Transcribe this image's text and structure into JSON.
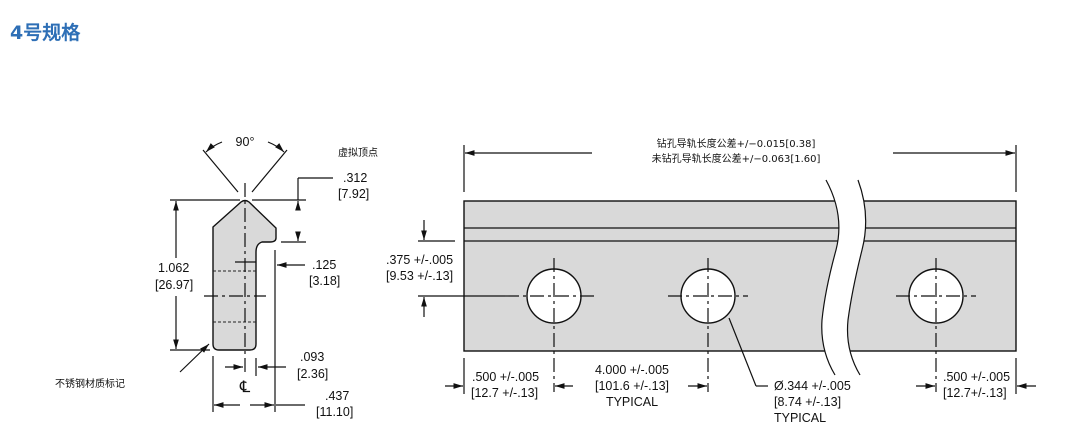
{
  "title": "4号规格",
  "colors": {
    "title": "#2e6fb6",
    "part_fill": "#d9d9d9"
  },
  "profile_view": {
    "angle": "90°",
    "virtual_apex": "虚拟顶点",
    "dim_312": ".312",
    "dim_312_mm": "[7.92]",
    "dim_1062": "1.062",
    "dim_1062_mm": "[26.97]",
    "dim_125": ".125",
    "dim_125_mm": "[3.18]",
    "dim_093": ".093",
    "dim_093_mm": "[2.36]",
    "dim_437": ".437",
    "dim_437_mm": "[11.10]",
    "centerline_symbol": "℄",
    "material_mark": "不锈钢材质标记"
  },
  "rail_view": {
    "length_tol_drilled": "钻孔导轨长度公差+/−0.015[0.38]",
    "length_tol_undrilled": "未钻孔导轨长度公差+/−0.063[1.60]",
    "dim_375": ".375 +/-.005",
    "dim_375_mm": "[9.53 +/-.13]",
    "end_left": ".500 +/-.005",
    "end_left_mm": "[12.7 +/-.13]",
    "pitch": "4.000 +/-.005",
    "pitch_mm": "[101.6 +/-.13]",
    "pitch_note": "TYPICAL",
    "hole": "Ø.344 +/-.005",
    "hole_mm": "[8.74 +/-.13]",
    "hole_note": "TYPICAL",
    "end_right": ".500 +/-.005",
    "end_right_mm": "[12.7+/-.13]"
  }
}
